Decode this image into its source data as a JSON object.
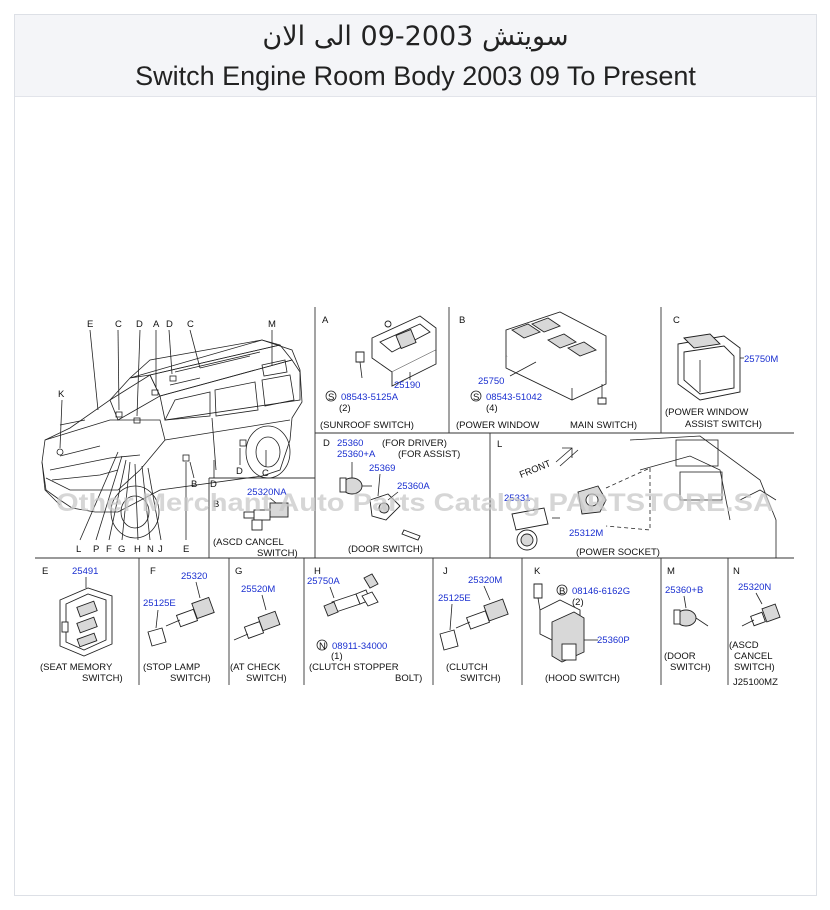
{
  "header": {
    "title_ar": "سويتش 2003-09 الى الان",
    "title_en": "Switch Engine Room Body 2003 09 To Present"
  },
  "watermark": "Other Merchant Auto Parts Catalog PARTSTORE.SA",
  "diagram_code": "J25100MZ",
  "vehicle": {
    "letters": [
      "E",
      "C",
      "D",
      "A",
      "D",
      "C",
      "M",
      "K",
      "L",
      "P",
      "F",
      "G",
      "H",
      "N",
      "J",
      "E",
      "B",
      "D",
      "C",
      "D",
      "B"
    ]
  },
  "panels": {
    "A": {
      "letter": "A",
      "parts": [
        "25190",
        "08543-5125A"
      ],
      "qty": "(2)",
      "s": "S",
      "caption": "(SUNROOF  SWITCH)"
    },
    "B": {
      "letter": "B",
      "parts": [
        "25750",
        "08543-51042"
      ],
      "qty": "(4)",
      "s": "S",
      "caption1": "(POWER  WINDOW",
      "caption2": "MAIN  SWITCH)"
    },
    "C": {
      "letter": "C",
      "parts": [
        "25750M"
      ],
      "caption1": "(POWER  WINDOW",
      "caption2": "ASSIST  SWITCH)"
    },
    "ascd1": {
      "part": "25320NA",
      "caption1": "(ASCD  CANCEL",
      "caption2": "SWITCH)"
    },
    "D": {
      "letter": "D",
      "parts": [
        "25360",
        "25360+A",
        "25369",
        "25360A"
      ],
      "for_driver": "(FOR  DRIVER)",
      "for_assist": "(FOR  ASSIST)",
      "caption": "(DOOR  SWITCH)"
    },
    "L": {
      "letter": "L",
      "parts": [
        "25331",
        "25312M"
      ],
      "front": "FRONT",
      "caption": "(POWER  SOCKET)"
    },
    "E": {
      "letter": "E",
      "parts": [
        "25491"
      ],
      "caption1": "(SEAT  MEMORY",
      "caption2": "SWITCH)"
    },
    "F": {
      "letter": "F",
      "parts": [
        "25320",
        "25125E"
      ],
      "caption1": "(STOP  LAMP",
      "caption2": "SWITCH)"
    },
    "G": {
      "letter": "G",
      "parts": [
        "25520M"
      ],
      "caption1": "(AT  CHECK",
      "caption2": "SWITCH)"
    },
    "H": {
      "letter": "H",
      "parts": [
        "25750A",
        "08911-34000"
      ],
      "n": "N",
      "qty": "(1)",
      "caption1": "(CLUTCH  STOPPER",
      "caption2": "BOLT)"
    },
    "J": {
      "letter": "J",
      "parts": [
        "25320M",
        "25125E"
      ],
      "caption1": "(CLUTCH",
      "caption2": "SWITCH)"
    },
    "K": {
      "letter": "K",
      "parts": [
        "08146-6162G",
        "25360P"
      ],
      "b": "B",
      "qty": "(2)",
      "caption": "(HOOD  SWITCH)"
    },
    "M": {
      "letter": "M",
      "parts": [
        "25360+B"
      ],
      "caption1": "(DOOR",
      "caption2": "SWITCH)"
    },
    "N": {
      "letter": "N",
      "parts": [
        "25320N"
      ],
      "caption1": "(ASCD",
      "caption2": "CANCEL",
      "caption3": "SWITCH)"
    }
  }
}
